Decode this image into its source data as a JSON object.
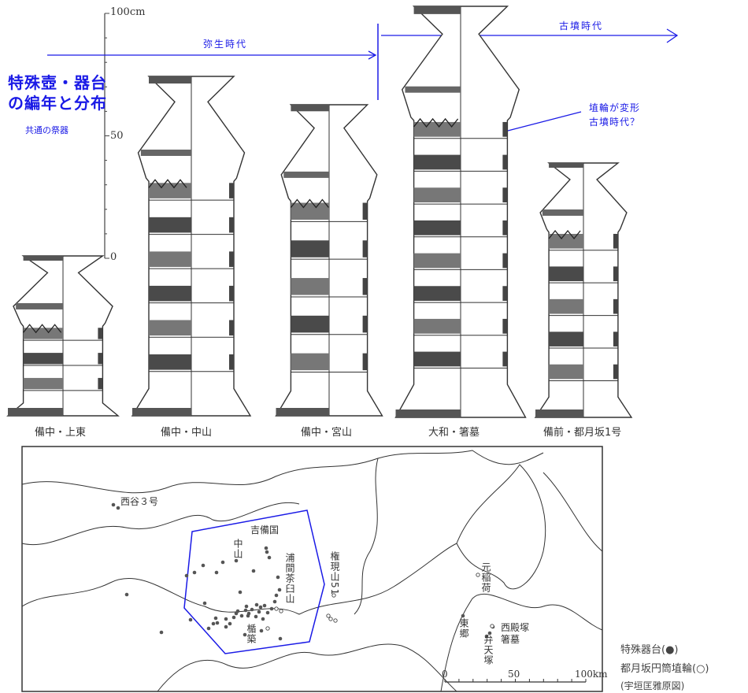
{
  "title": {
    "line1": "特殊壺・器台",
    "line2": "の編年と分布"
  },
  "subtitle": "共通の祭器",
  "scale_axis": {
    "unit_label": "100cm",
    "mid_label": "50",
    "zero_label": "0"
  },
  "eras": {
    "yayoi": "弥生時代",
    "kofun": "古墳時代"
  },
  "annotation": {
    "line1": "埴輪が変形",
    "line2": "古墳時代？"
  },
  "vessels": [
    {
      "caption": "備中・上東"
    },
    {
      "caption": "備中・中山"
    },
    {
      "caption": "備中・宮山"
    },
    {
      "caption": "大和・箸墓"
    },
    {
      "caption": "備前・都月坂1号"
    }
  ],
  "map": {
    "region_label": "吉備国",
    "places": {
      "nishidani": "西谷３号",
      "nakayama": "中山",
      "urama": "浦間茶臼山",
      "gongen": "権現山51",
      "tatetsuki": "楯築",
      "motoinari": "元稲荷",
      "togo": "東郷",
      "nishitonozuka": "西殿塚",
      "hashihaka": "箸墓",
      "bentenzuka": "弁天塚"
    },
    "scale": {
      "zero": "0",
      "mid": "50",
      "max": "100km"
    },
    "region_color": "#1a1ae6"
  },
  "legend": {
    "filled": "特殊器台(●)",
    "open": "都月坂円筒埴輪(○)",
    "credit": "(宇垣匡雅原図)"
  }
}
